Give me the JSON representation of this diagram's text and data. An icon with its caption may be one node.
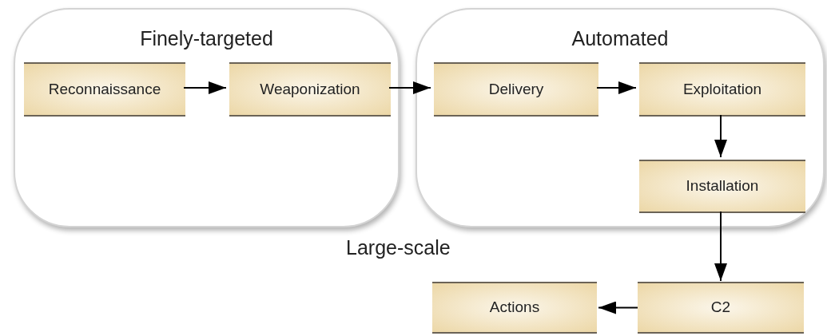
{
  "diagram": {
    "nodes": [
      {
        "text": [
          "Finely-targeted"
        ]
      },
      {
        "text": [
          "Reconnaissance"
        ],
        "in": 0
      },
      {
        "text": [
          "Weaponization"
        ],
        "in": 0
      },
      {
        "text": [
          "Automated"
        ]
      },
      {
        "text": [
          "Delivery"
        ],
        "in": 3
      },
      {
        "text": [
          "Exploitation"
        ],
        "in": 3
      },
      {
        "text": [
          "Installation"
        ],
        "in": 3
      },
      {
        "text": [
          "Actions"
        ]
      },
      {
        "text": [
          "C2"
        ]
      }
    ],
    "edges": [
      {
        "from": 1,
        "to": 2,
        "arrow": "to"
      },
      {
        "from": 2,
        "to": 4,
        "arrow": "to"
      },
      {
        "from": 4,
        "to": 5,
        "arrow": "to"
      },
      {
        "from": 5,
        "to": 6,
        "arrow": "to"
      },
      {
        "from": 6,
        "to": 8,
        "arrow": "to"
      },
      {
        "from": 8,
        "to": 7,
        "arrow": "to"
      }
    ],
    "labels": [
      "Large-scale"
    ]
  }
}
